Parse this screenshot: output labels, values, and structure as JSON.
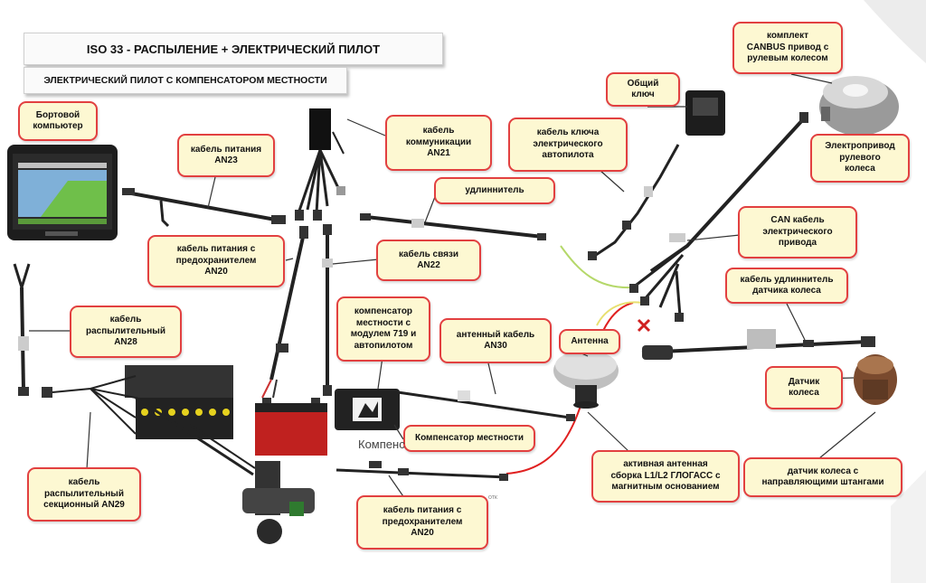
{
  "title": "ISO 33 - РАСПЫЛЕНИЕ + ЭЛЕКТРИЧЕСКИЙ ПИЛОТ",
  "subtitle": "ЭЛЕКТРИЧЕСКИЙ ПИЛОТ С КОМПЕНСАТОРОМ МЕСТНОСТИ",
  "labels": {
    "onboard_computer": "Бортовой\nкомпьютер",
    "power_cable_an23": "кабель питания\nAN23",
    "comm_cable_an21": "кабель\nкоммуникации\nAN21",
    "autopilot_key_cable": "кабель ключа\nэлектрического\nавтопилота",
    "common_key": "Общий\nключ",
    "canbus_kit": "комплект\nCANBUS привод с\nрулевым колесом",
    "steering_drive": "Электропривод\nрулевого\nколеса",
    "extension": "удлиннитель",
    "can_cable": "CAN кабель\nэлектрического\nпривода",
    "power_fuse_an20_top": "кабель питания с\nпредохранителем\nAN20",
    "link_cable_an22": "кабель связи\nAN22",
    "wheel_sensor_ext": "кабель удлиннитель\nдатчика колеса",
    "sprayer_cable_an28": "кабель\nраспылительный\nAN28",
    "compensator_719": "компенсатор\nместности с\nмодулем 719 и\nавтопилотом",
    "antenna_cable_an30": "антенный кабель\nAN30",
    "antenna": "Антенна",
    "wheel_sensor": "Датчик\nколеса",
    "terrain_compensator": "Компенсатор местности",
    "active_antenna": "активная антенная\nсборка L1/L2 ГЛОГАСС с\nмагнитным основанием",
    "wheel_sensor_rods": "датчик колеса с\nнаправляющими штангами",
    "sprayer_section_an29": "кабель\nраспылительный\nсекционный AN29",
    "power_fuse_an20_bottom": "кабель питания с\nпредохранителем\nAN20"
  },
  "overlay_text": {
    "kompens": "Компенс",
    "tiny": "ОТК"
  },
  "colors": {
    "label_bg": "#fdf8d2",
    "label_border": "#e24040",
    "antenna_cable": "#e02020",
    "green_wire": "#b5d86a",
    "yellow_wire": "#e8e070"
  }
}
